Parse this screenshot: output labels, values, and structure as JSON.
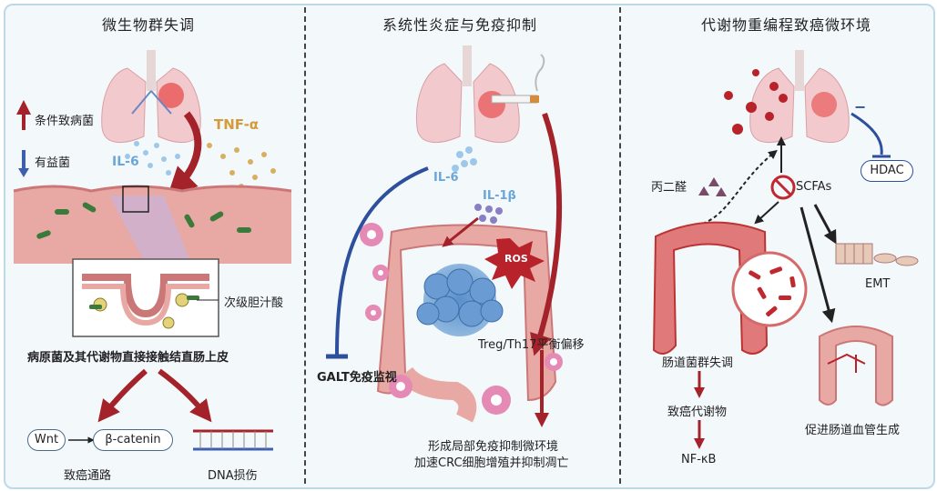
{
  "panels": {
    "left": {
      "title": "微生物群失调",
      "legend_up": "条件致病菌",
      "legend_down": "有益菌",
      "il6": "IL-6",
      "tnf": "TNF-α",
      "bile_acid": "次级胆汁酸",
      "caption": "病原菌及其代谢物直接接触结直肠上皮",
      "wnt": "Wnt",
      "beta_catenin": "β-catenin",
      "pathway": "致癌通路",
      "dna_damage": "DNA损伤"
    },
    "middle": {
      "title": "系统性炎症与免疫抑制",
      "il6": "IL-6",
      "il1b": "IL-1β",
      "ros": "ROS",
      "treg": "Treg/Th17平衡偏移",
      "galt": "GALT免疫监视",
      "result_line1": "形成局部免疫抑制微环境",
      "result_line2": "加速CRC细胞增殖并抑制凋亡"
    },
    "right": {
      "title": "代谢物重编程致癌微环境",
      "mda": "丙二醛",
      "scfas": "SCFAs",
      "minus": "−",
      "hdac": "HDAC",
      "emt": "EMT",
      "dysbiosis": "肠道菌群失调",
      "carcinogen": "致癌代谢物",
      "nfkb": "NF-κB",
      "angiogenesis": "促进肠道血管生成"
    }
  },
  "colors": {
    "arrow_red": "#a4232a",
    "inhibit_blue": "#2d4f9c",
    "lung_pink": "#f2c9cc",
    "tissue_pink": "#e8a9a4"
  }
}
